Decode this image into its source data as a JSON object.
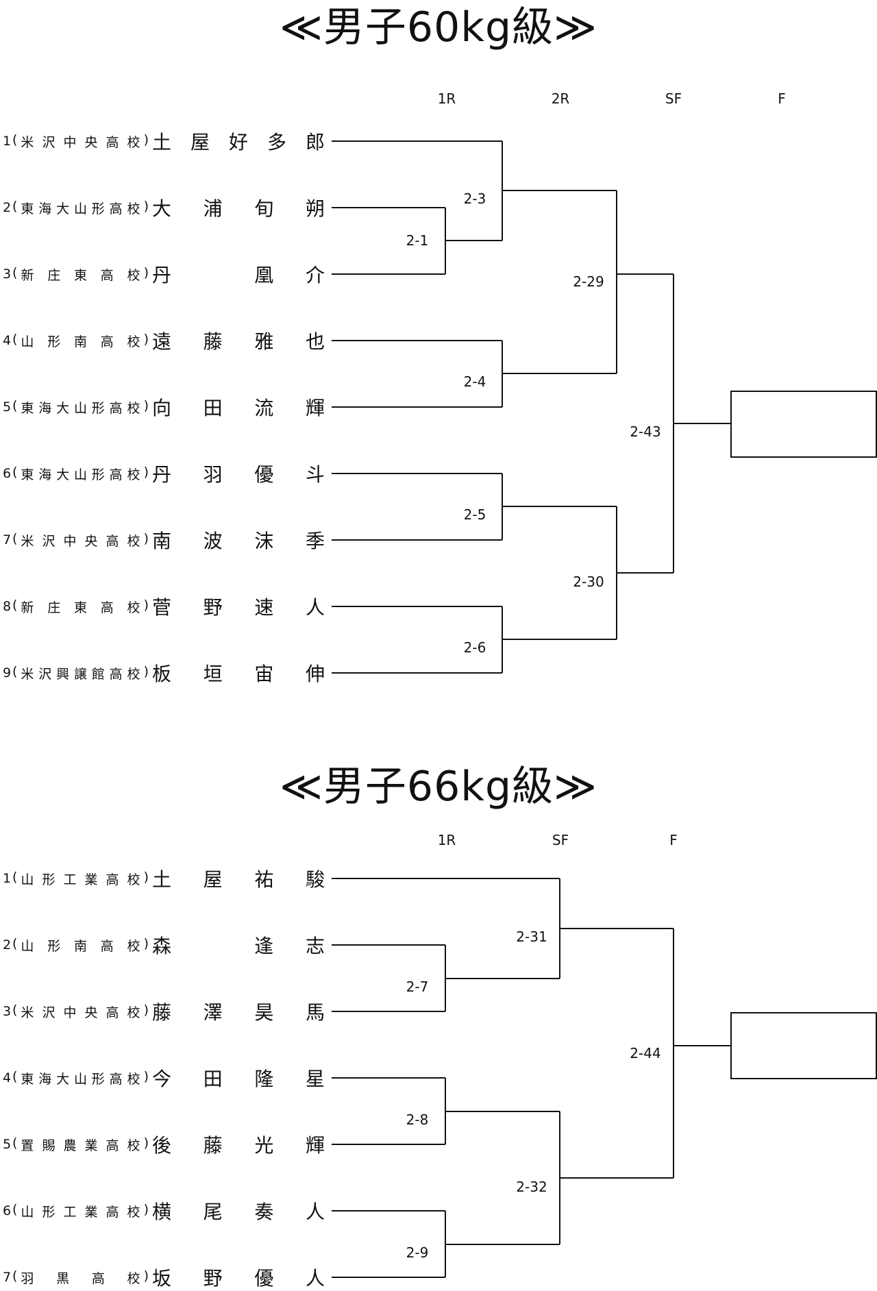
{
  "brackets": [
    {
      "title": "≪男子60kg級≫",
      "rounds": [
        "1R",
        "2R",
        "SF",
        "F"
      ],
      "entries": [
        {
          "no": "1",
          "school": "米沢中央高校",
          "name": "土屋好多郎"
        },
        {
          "no": "2",
          "school": "東海大山形高校",
          "name": "大浦旬朔"
        },
        {
          "no": "3",
          "school": "新庄東高校",
          "name": "丹凰介"
        },
        {
          "no": "4",
          "school": "山形南高校",
          "name": "遠藤雅也"
        },
        {
          "no": "5",
          "school": "東海大山形高校",
          "name": "向田流輝"
        },
        {
          "no": "6",
          "school": "東海大山形高校",
          "name": "丹羽優斗"
        },
        {
          "no": "7",
          "school": "米沢中央高校",
          "name": "南波沫季"
        },
        {
          "no": "8",
          "school": "新庄東高校",
          "name": "菅野速人"
        },
        {
          "no": "9",
          "school": "米沢興譲館高校",
          "name": "板垣宙伸"
        }
      ],
      "matches": [
        "2-1",
        "2-3",
        "2-4",
        "2-5",
        "2-6",
        "2-29",
        "2-30",
        "2-43"
      ]
    },
    {
      "title": "≪男子66kg級≫",
      "rounds": [
        "1R",
        "SF",
        "F"
      ],
      "entries": [
        {
          "no": "1",
          "school": "山形工業高校",
          "name": "土屋祐駿"
        },
        {
          "no": "2",
          "school": "山形南高校",
          "name": "森逢志"
        },
        {
          "no": "3",
          "school": "米沢中央高校",
          "name": "藤澤昊馬"
        },
        {
          "no": "4",
          "school": "東海大山形高校",
          "name": "今田隆星"
        },
        {
          "no": "5",
          "school": "置賜農業高校",
          "name": "後藤光輝"
        },
        {
          "no": "6",
          "school": "山形工業高校",
          "name": "横尾奏人"
        },
        {
          "no": "7",
          "school": "羽黒高校",
          "name": "坂野優人"
        }
      ],
      "matches": [
        "2-7",
        "2-8",
        "2-9",
        "2-31",
        "2-32",
        "2-44"
      ]
    }
  ]
}
